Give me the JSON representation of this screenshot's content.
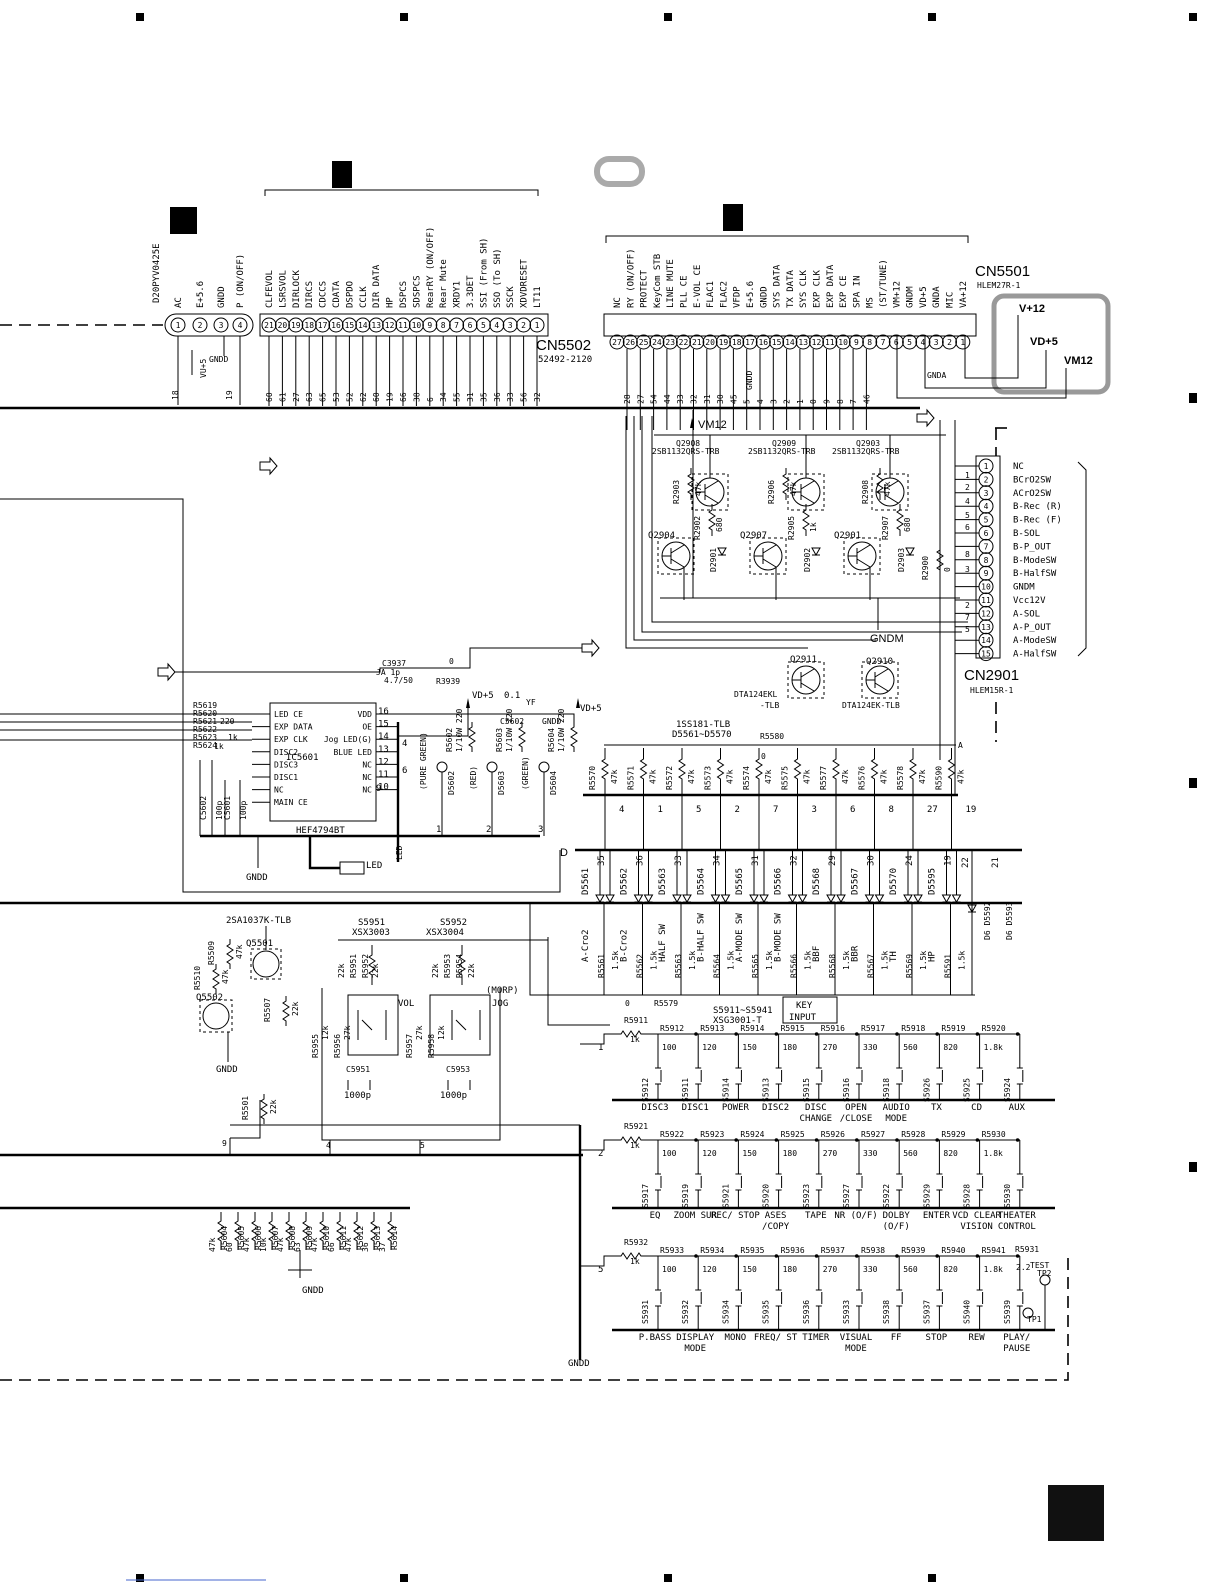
{
  "connectors": {
    "d20pyv": {
      "part": "D20PYV0425E",
      "pins": [
        "AC",
        "E+5.6",
        "GNDD",
        "P (ON/OFF)"
      ],
      "pin_numbers": [
        "1",
        "2",
        "3",
        "4"
      ],
      "net_numbers": [
        "18",
        "19"
      ],
      "power_labels": [
        "VU+5",
        "GNDD"
      ]
    },
    "bus_connector": {
      "pins": [
        "CLFEVOL",
        "LSRSVOL",
        "DIRLOCK",
        "DIRCS",
        "CDCCS",
        "CDATA",
        "DSPDO",
        "CCLK",
        "DIR DATA",
        "HP",
        "DSPCS",
        "SDSPCS",
        "RearRY (ON/OFF)",
        "Rear Mute",
        "XRDY1",
        "3.3DET",
        "SSI (From SH)",
        "SSO (To SH)",
        "SSCK",
        "XDVDRESET",
        "LT11"
      ],
      "pin_numbers": [
        "21",
        "20",
        "19",
        "18",
        "17",
        "16",
        "15",
        "14",
        "13",
        "12",
        "11",
        "10",
        "9",
        "8",
        "7",
        "6",
        "5",
        "4",
        "3",
        "2",
        "1"
      ],
      "net_numbers": [
        "60",
        "61",
        "27",
        "63",
        "65",
        "53",
        "52",
        "62",
        "60",
        "19",
        "66",
        "38",
        "6",
        "34",
        "55",
        "31",
        "35",
        "36",
        "33",
        "56",
        "32"
      ]
    },
    "cn5502": {
      "name": "CN5502",
      "part": "52492-2120",
      "pins": [
        "NC",
        "RY (ON/OFF)",
        "PROTECT",
        "KeyCom STB",
        "LINE MUTE",
        "PLL CE",
        "E-VOL CE",
        "FLAC1",
        "FLAC2",
        "VFDP",
        "E+5.6",
        "GNDD",
        "SYS DATA",
        "TX DATA",
        "SYS CLK",
        "EXP CLK",
        "EXP DATA",
        "EXP CE",
        "SPA IN",
        "MS",
        "(ST/TUNE)",
        "VM+12",
        "GNDM",
        "VD+5",
        "GNDA",
        "MIC",
        "VA+12"
      ],
      "pin_numbers": [
        "27",
        "26",
        "25",
        "24",
        "23",
        "22",
        "21",
        "20",
        "19",
        "18",
        "17",
        "16",
        "15",
        "14",
        "13",
        "12",
        "11",
        "10",
        "9",
        "8",
        "7",
        "6",
        "5",
        "4",
        "3",
        "2",
        "1"
      ],
      "net_numbers": [
        "28",
        "27",
        "54",
        "44",
        "33",
        "32",
        "31",
        "30",
        "45",
        "5",
        "4",
        "3",
        "2",
        "1",
        "0",
        "9",
        "8",
        "7",
        "46"
      ]
    },
    "cn5501": {
      "name": "CN5501",
      "part": "HLEM27R-1"
    },
    "cn2901": {
      "name": "CN2901",
      "part": "HLEM15R-1",
      "pins": [
        "NC",
        "BCrO2SW",
        "ACrO2SW",
        "B-Rec (R)",
        "B-Rec (F)",
        "B-SOL",
        "B-P_OUT",
        "B-ModeSW",
        "B-HalfSW",
        "GNDM",
        "Vcc12V",
        "A-SOL",
        "A-P_OUT",
        "A-ModeSW",
        "A-HalfSW"
      ],
      "pin_numbers": [
        "1",
        "2",
        "3",
        "4",
        "5",
        "6",
        "7",
        "8",
        "9",
        "10",
        "11",
        "12",
        "13",
        "14",
        "15"
      ],
      "side_numbers": [
        "1",
        "2",
        "4",
        "5",
        "6",
        "8",
        "3",
        "2",
        "7",
        "5"
      ]
    }
  },
  "power_box": {
    "labels": [
      "V+12",
      "VD+5",
      "VM12"
    ]
  },
  "deck": {
    "transistor_parts": [
      "Q2908",
      "2SB1132QRS-TRB",
      "Q2909",
      "2SB1132QRS-TRB",
      "Q2903",
      "2SB1132QRS-TRB"
    ],
    "transistors": [
      "Q2904",
      "Q2907",
      "Q2901",
      "Q2911",
      "Q2910"
    ],
    "resistors": [
      {
        "ref": "R2903",
        "val": "47k"
      },
      {
        "ref": "R2902",
        "val": "680"
      },
      {
        "ref": "R2906",
        "val": "47k"
      },
      {
        "ref": "R2905",
        "val": "1k"
      },
      {
        "ref": "R2908",
        "val": "47k"
      },
      {
        "ref": "R2907",
        "val": "680"
      },
      {
        "ref": "R2900",
        "val": "0"
      }
    ],
    "diodes": [
      "D2901",
      "D2902",
      "D2903"
    ],
    "vm12": "VM12",
    "gndd": "GNDD",
    "gndm": "GNDM",
    "gnda": "GNDA",
    "dta_left": "DTA124EKL",
    "dta_left2": "-TLB",
    "dta_right": "DTA124EK-TLB",
    "label_a": "A"
  },
  "ic5601": {
    "ref": "IC5601",
    "part": "HEF4794BT",
    "left_pins": [
      "LED CE",
      "EXP DATA",
      "EXP CLK",
      "DISC2",
      "DISC3",
      "DISC1",
      "NC",
      "MAIN CE"
    ],
    "right_pins": [
      "VDD",
      "OE",
      "Jog LED(G)",
      "BLUE LED",
      "NC",
      "NC",
      "NC"
    ],
    "right_pin_numbers": [
      "16",
      "15",
      "14",
      "13",
      "12",
      "11",
      "10"
    ],
    "extra_pin_numbers": [
      "4",
      "6",
      "9"
    ],
    "left_resistors": [
      "R5619",
      "R5620",
      "R5621",
      "R5622",
      "R5623",
      "R5624",
      "C5601",
      "C5602"
    ],
    "left_values": [
      "220",
      "220",
      "1k",
      "1k",
      "100p",
      "100p"
    ],
    "c3937": {
      "ref": "C3937",
      "val1": "JA 1p",
      "val2": "4.7/50"
    },
    "r3939": {
      "ref": "R3939",
      "val": "0"
    },
    "vd5": "VD+5",
    "cap_val": "0.1",
    "cap_type": "YF",
    "c5602": "C5602",
    "led_label": "LED",
    "leds": [
      {
        "ref": "D5602",
        "color": "(PURE GREEN)",
        "res": "R5602",
        "val": "1/10W 220"
      },
      {
        "ref": "D5603",
        "color": "(RED)",
        "res": "R5603",
        "val": "1/10W 220"
      },
      {
        "ref": "D5604",
        "color": "(GREEN)",
        "res": "R5604",
        "val": "1/10W 220"
      }
    ],
    "bottom_numbers": [
      "1",
      "2",
      "3"
    ]
  },
  "key_matrix": {
    "header": {
      "diode_part": "1SS181-TLB",
      "range": "D5561~D5570"
    },
    "r5580": {
      "ref": "R5580",
      "val": "0"
    },
    "vd5_label": "VD+5",
    "pullups": [
      {
        "ref": "R5570",
        "val": "47k"
      },
      {
        "ref": "R5571",
        "val": "47k"
      },
      {
        "ref": "R5572",
        "val": "47k"
      },
      {
        "ref": "R5573",
        "val": "47k"
      },
      {
        "ref": "R5574",
        "val": "47k"
      },
      {
        "ref": "R5575",
        "val": "47k"
      },
      {
        "ref": "R5577",
        "val": "47k"
      },
      {
        "ref": "R5576",
        "val": "47k"
      },
      {
        "ref": "R5578",
        "val": "47k"
      },
      {
        "ref": "R5590",
        "val": "47k"
      }
    ],
    "row_numbers": [
      "4",
      "1",
      "5",
      "2",
      "7",
      "3",
      "6",
      "8",
      "27",
      "19"
    ],
    "label_d": "D",
    "diodes": [
      "D5561",
      "D5562",
      "D5563",
      "D5564",
      "D5565",
      "D5566",
      "D5568",
      "D5567",
      "D5570",
      "D5595"
    ],
    "diode_nets": [
      "35",
      "36",
      "33",
      "34",
      "31",
      "32",
      "29",
      "30",
      "24",
      "19"
    ],
    "extra_diodes": [
      "D6 D5592",
      "D6 D5593"
    ],
    "extra_nets": [
      "22",
      "21"
    ],
    "signals": [
      "A-Cro2",
      "B-Cro2",
      "HALF SW",
      "B-HALF SW",
      "A-MODE SW",
      "B-MODE SW",
      "BBF",
      "BBR",
      "TH",
      "HP"
    ],
    "sig_resistors": [
      "R5561",
      "R5562",
      "R5563",
      "R5564",
      "R5565",
      "R5566",
      "R5568",
      "R5567",
      "R5569",
      "R5591"
    ],
    "sig_val": "1.5k",
    "r5579": {
      "ref": "R5579",
      "val": "0"
    },
    "key_input": [
      "KEY",
      "INPUT"
    ],
    "switch_range": "S5911~S5941",
    "switch_part": "XSG3001-T"
  },
  "encoders": {
    "s5951": {
      "ref": "S5951",
      "part": "XSX3003"
    },
    "s5952": {
      "ref": "S5952",
      "part": "XSX3004"
    },
    "vol": "VOL",
    "jog": "JOG",
    "morp": "(MORP)",
    "res": [
      "22k",
      "R5951",
      "R5952",
      "22k",
      "22k",
      "R5953",
      "R5954",
      "22k"
    ],
    "r5955": {
      "ref": "R5955",
      "val": "12k"
    },
    "r5956": {
      "ref": "R5956",
      "val": "27k"
    },
    "r5957": {
      "ref": "R5957",
      "val": "27k"
    },
    "r5958": {
      "ref": "R5958",
      "val": "12k"
    },
    "c5951": {
      "ref": "C5951",
      "val": "1000p"
    },
    "c5953": {
      "ref": "C5953",
      "val": "1000p"
    },
    "nets": [
      "4",
      "5"
    ]
  },
  "q5501": {
    "part": "2SA1037K-TLB",
    "ref": "Q5501",
    "q5502": "Q5502",
    "res": [
      {
        "ref": "R5509",
        "val": "47k"
      },
      {
        "ref": "R5510",
        "val": "47k"
      },
      {
        "ref": "R5507",
        "val": "22k"
      },
      {
        "ref": "R5501",
        "val": "22k"
      }
    ],
    "gndd": "GNDD",
    "net9": "9"
  },
  "row1": {
    "res_in": {
      "ref": "R5911",
      "val": "1k"
    },
    "resistors": [
      {
        "ref": "R5912",
        "val": "100"
      },
      {
        "ref": "R5913",
        "val": "120"
      },
      {
        "ref": "R5914",
        "val": "150"
      },
      {
        "ref": "R5915",
        "val": "180"
      },
      {
        "ref": "R5916",
        "val": "270"
      },
      {
        "ref": "R5917",
        "val": "330"
      },
      {
        "ref": "R5918",
        "val": "560"
      },
      {
        "ref": "R5919",
        "val": "820"
      },
      {
        "ref": "R5920",
        "val": "1.8k"
      }
    ],
    "switches": [
      "S5912",
      "S5911",
      "S5914",
      "S5913",
      "S5915",
      "S5916",
      "S5918",
      "S5926",
      "S5925",
      "S5924"
    ],
    "keys": [
      "DISC3",
      "DISC1",
      "POWER",
      "DISC2",
      "DISC CHANGE",
      "OPEN /CLOSE",
      "AUDIO MODE",
      "TX",
      "CD",
      "AUX"
    ],
    "net": "1"
  },
  "row2": {
    "res_in": {
      "ref": "R5921",
      "val": "1k"
    },
    "resistors": [
      {
        "ref": "R5922",
        "val": "100"
      },
      {
        "ref": "R5923",
        "val": "120"
      },
      {
        "ref": "R5924",
        "val": "150"
      },
      {
        "ref": "R5925",
        "val": "180"
      },
      {
        "ref": "R5926",
        "val": "270"
      },
      {
        "ref": "R5927",
        "val": "330"
      },
      {
        "ref": "R5928",
        "val": "560"
      },
      {
        "ref": "R5929",
        "val": "820"
      },
      {
        "ref": "R5930",
        "val": "1.8k"
      }
    ],
    "switches": [
      "S5917",
      "S5919",
      "S5921",
      "S5920",
      "S5923",
      "S5927",
      "S5922",
      "S5929",
      "S5928",
      "S5930"
    ],
    "keys": [
      "EQ",
      "ZOOM SUR",
      "REC/ STOP",
      "ASES /COPY",
      "TAPE",
      "NR (O/F)",
      "DOLBY (O/F)",
      "ENTER",
      "VCD CLEAR VISION",
      "THEATER CONTROL"
    ],
    "net": "2"
  },
  "row3": {
    "res_in": {
      "ref": "R5932",
      "val": "1k"
    },
    "resistors": [
      {
        "ref": "R5933",
        "val": "100"
      },
      {
        "ref": "R5934",
        "val": "120"
      },
      {
        "ref": "R5935",
        "val": "150"
      },
      {
        "ref": "R5936",
        "val": "180"
      },
      {
        "ref": "R5937",
        "val": "270"
      },
      {
        "ref": "R5938",
        "val": "330"
      },
      {
        "ref": "R5939",
        "val": "560"
      },
      {
        "ref": "R5940",
        "val": "820"
      },
      {
        "ref": "R5941",
        "val": "1.8k"
      }
    ],
    "switches": [
      "S5931",
      "S5932",
      "S5934",
      "S5935",
      "S5936",
      "S5933",
      "S5938",
      "S5937",
      "S5940",
      "S5939"
    ],
    "keys": [
      "P.BASS",
      "DISPLAY MODE",
      "MONO",
      "FREQ/ ST",
      "TIMER",
      "VISUAL MODE",
      "FF",
      "STOP",
      "REW",
      "PLAY/ PAUSE"
    ],
    "net": "5",
    "r5931": {
      "ref": "R5931",
      "val": "2.2"
    },
    "test": "TEST",
    "tp1": "TP1",
    "tp2": "TP2",
    "gndd": "GNDD"
  },
  "bottom_bank": {
    "resistors": [
      {
        "ref": "R5604",
        "val": "47k"
      },
      {
        "ref": "R5605",
        "val": "60"
      },
      {
        "ref": "R5606",
        "val": "47k"
      },
      {
        "ref": "R5607",
        "val": "10k"
      },
      {
        "ref": "R5608",
        "val": "47k"
      },
      {
        "ref": "R5609",
        "val": "63"
      },
      {
        "ref": "R5610",
        "val": "47k"
      },
      {
        "ref": "R5611",
        "val": "66"
      },
      {
        "ref": "R5612",
        "val": "47k"
      },
      {
        "ref": "R5613",
        "val": "36"
      },
      {
        "ref": "R5614",
        "val": "37"
      }
    ],
    "gndd": "GNDD"
  }
}
